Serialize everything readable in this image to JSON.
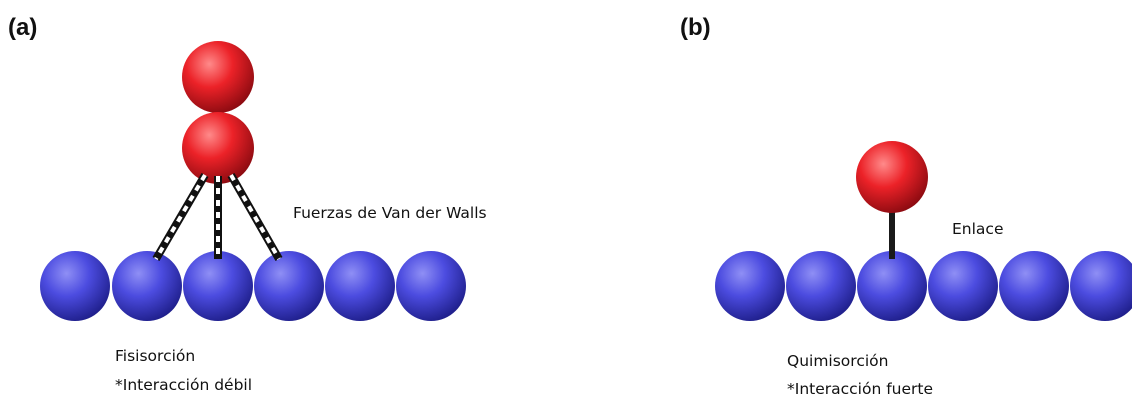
{
  "panel_a": {
    "label": "(a)",
    "force_label": "Fuerzas de Van der Walls",
    "caption_title": "Fisisorción",
    "caption_note": "*Interacción débil"
  },
  "panel_b": {
    "label": "(b)",
    "bond_label": "Enlace",
    "caption_title": "Quimisorción",
    "caption_note": "*Interacción fuerte"
  },
  "colors": {
    "surface_atom": "#4a4ad8",
    "adsorbate_atom": "#e8202a",
    "background": "#ffffff",
    "bond_line": "#1a1a1a"
  }
}
